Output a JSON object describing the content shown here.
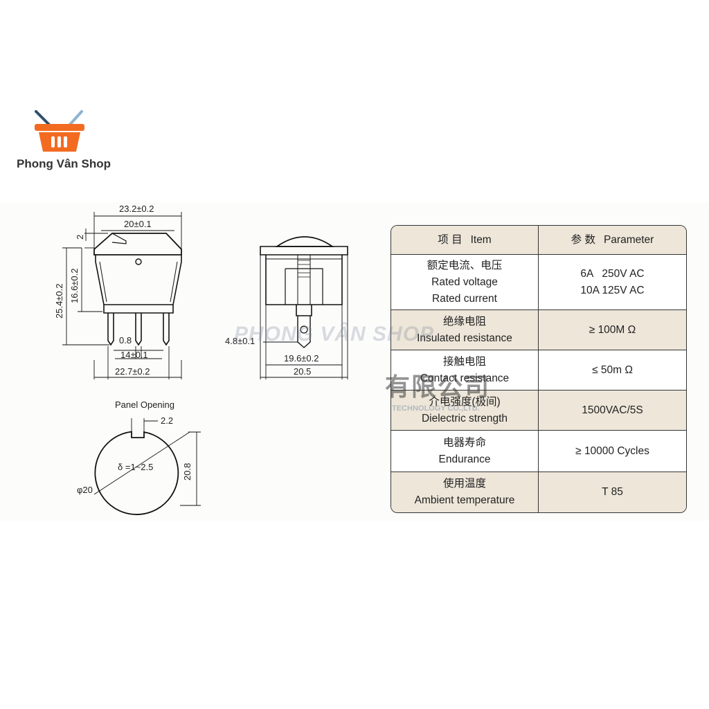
{
  "logo": {
    "brand": "Phong Vân Shop",
    "icon": "shopping-basket-icon",
    "colors": {
      "basket": "#f26b21",
      "handle": "#2f4f6b"
    }
  },
  "watermark": {
    "text": "PHONG VÂN SHOP",
    "chinese_text": "有限公司",
    "english_text": "TECHNOLOGY CO.,LTD."
  },
  "front_view": {
    "width_outer": "23.2±0.2",
    "width_rocker": "20±0.1",
    "rocker_step": "2",
    "height_body": "16.6±0.2",
    "height_total": "25.4±0.2",
    "pin_thickness": "0.8",
    "pin_span": "14±0.1",
    "width_base": "22.7±0.2"
  },
  "side_view": {
    "terminal_width": "4.8±0.1",
    "body_width": "19.6±0.2",
    "flange_width": "20.5"
  },
  "panel_opening": {
    "title": "Panel Opening",
    "notch": "2.2",
    "thickness": "δ =1~2.5",
    "diameter": "φ20",
    "height": "20.8"
  },
  "spec_table": {
    "header": {
      "item_cn": "项 目",
      "item_en": "Item",
      "param_cn": "参 数",
      "param_en": "Parameter"
    },
    "rows": [
      {
        "label_cn": "额定电流、电压",
        "label_en_1": "Rated voltage",
        "label_en_2": "Rated current",
        "value_1": "6A   250V AC",
        "value_2": "10A 125V AC"
      },
      {
        "label_cn": "绝缘电阻",
        "label_en_1": "Insulated resistance",
        "value_1": "≥ 100M Ω"
      },
      {
        "label_cn": "接触电阻",
        "label_en_1": "Contact resistance",
        "value_1": "≤ 50m Ω"
      },
      {
        "label_cn": "介电强度(极间)",
        "label_en_1": "Dielectric strength",
        "value_1": "1500VAC/5S"
      },
      {
        "label_cn": "电器寿命",
        "label_en_1": "Endurance",
        "value_1": "≥ 10000 Cycles"
      },
      {
        "label_cn": "使用温度",
        "label_en_1": "Ambient temperature",
        "value_1": "T 85"
      }
    ],
    "colors": {
      "shade": "#ede6d9",
      "border": "#333333"
    }
  }
}
